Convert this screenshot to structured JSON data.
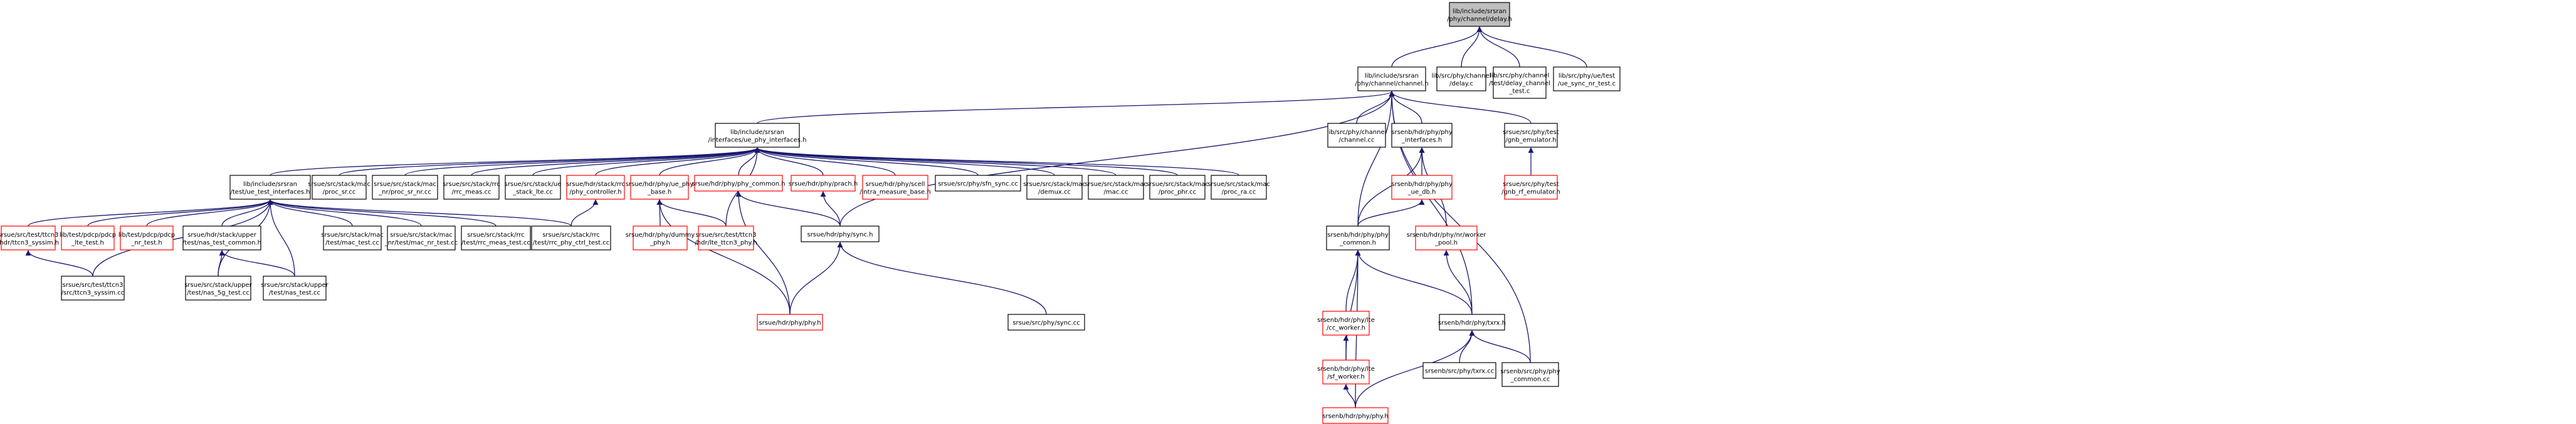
{
  "colors": {
    "root_fill": "#bfbfbf",
    "node_fill": "#ffffff",
    "node_border": "#000000",
    "missing_border": "#ff0000",
    "edge": "#191970"
  },
  "nodes": [
    {
      "id": "root",
      "lines": [
        "lib/include/srsran",
        "/phy/channel/delay.h"
      ],
      "kind": "root"
    },
    {
      "id": "channel_h",
      "lines": [
        "lib/include/srsran",
        "/phy/channel/channel.h"
      ],
      "kind": "normal"
    },
    {
      "id": "delay_c",
      "lines": [
        "lib/src/phy/channel",
        "/delay.c"
      ],
      "kind": "normal"
    },
    {
      "id": "delay_channel_test",
      "lines": [
        "lib/src/phy/channel",
        "/test/delay_channel",
        "_test.c"
      ],
      "kind": "normal"
    },
    {
      "id": "ue_sync_nr_test",
      "lines": [
        "lib/src/phy/ue/test",
        "/ue_sync_nr_test.c"
      ],
      "kind": "normal"
    },
    {
      "id": "ue_phy_interfaces",
      "lines": [
        "lib/include/srsran",
        "/interfaces/ue_phy_interfaces.h"
      ],
      "kind": "normal"
    },
    {
      "id": "channel_cc",
      "lines": [
        "lib/src/phy/channel",
        "/channel.cc"
      ],
      "kind": "normal"
    },
    {
      "id": "enb_phy_interfaces",
      "lines": [
        "srsenb/hdr/phy/phy",
        "_interfaces.h"
      ],
      "kind": "normal"
    },
    {
      "id": "gnb_emulator",
      "lines": [
        "srsue/src/phy/test",
        "/gnb_emulator.h"
      ],
      "kind": "normal"
    },
    {
      "id": "gnb_rf_emulator",
      "lines": [
        "srsue/src/phy/test",
        "/gnb_rf_emulator.h"
      ],
      "kind": "missing"
    },
    {
      "id": "ue_test_interfaces",
      "lines": [
        "lib/include/srsran",
        "/test/ue_test_interfaces.h"
      ],
      "kind": "normal"
    },
    {
      "id": "proc_sr_cc",
      "lines": [
        "srsue/src/stack/mac",
        "/proc_sr.cc"
      ],
      "kind": "normal"
    },
    {
      "id": "proc_sr_nr_cc",
      "lines": [
        "srsue/src/stack/mac",
        "_nr/proc_sr_nr.cc"
      ],
      "kind": "normal"
    },
    {
      "id": "rrc_meas_cc",
      "lines": [
        "srsue/src/stack/rrc",
        "/rrc_meas.cc"
      ],
      "kind": "normal"
    },
    {
      "id": "ue_stack_lte_cc",
      "lines": [
        "srsue/src/stack/ue",
        "_stack_lte.cc"
      ],
      "kind": "normal"
    },
    {
      "id": "phy_controller",
      "lines": [
        "srsue/hdr/stack/rrc",
        "/phy_controller.h"
      ],
      "kind": "missing"
    },
    {
      "id": "ue_phy_base",
      "lines": [
        "srsue/hdr/phy/ue_phy",
        "_base.h"
      ],
      "kind": "missing"
    },
    {
      "id": "phy_common_h",
      "lines": [
        "srsue/hdr/phy/phy_common.h"
      ],
      "kind": "missing"
    },
    {
      "id": "prach_h",
      "lines": [
        "srsue/hdr/phy/prach.h"
      ],
      "kind": "missing"
    },
    {
      "id": "intra_measure_base",
      "lines": [
        "srsue/hdr/phy/scell",
        "/intra_measure_base.h"
      ],
      "kind": "missing"
    },
    {
      "id": "sfn_sync_cc",
      "lines": [
        "srsue/src/phy/sfn_sync.cc"
      ],
      "kind": "normal"
    },
    {
      "id": "demux_cc",
      "lines": [
        "srsue/src/stack/mac",
        "/demux.cc"
      ],
      "kind": "normal"
    },
    {
      "id": "mac_cc",
      "lines": [
        "srsue/src/stack/mac",
        "/mac.cc"
      ],
      "kind": "normal"
    },
    {
      "id": "proc_phr_cc",
      "lines": [
        "srsue/src/stack/mac",
        "/proc_phr.cc"
      ],
      "kind": "normal"
    },
    {
      "id": "proc_ra_cc",
      "lines": [
        "srsue/src/stack/mac",
        "/proc_ra.cc"
      ],
      "kind": "normal"
    },
    {
      "id": "enb_ue_db",
      "lines": [
        "srsenb/hdr/phy/phy",
        "_ue_db.h"
      ],
      "kind": "missing"
    },
    {
      "id": "ttcn3_syssim_h",
      "lines": [
        "srsue/src/test/ttcn3",
        "/hdr/ttcn3_syssim.h"
      ],
      "kind": "missing"
    },
    {
      "id": "pdcp_lte_test",
      "lines": [
        "lib/test/pdcp/pdcp",
        "_lte_test.h"
      ],
      "kind": "missing"
    },
    {
      "id": "pdcp_nr_test",
      "lines": [
        "lib/test/pdcp/pdcp",
        "_nr_test.h"
      ],
      "kind": "missing"
    },
    {
      "id": "nas_test_common",
      "lines": [
        "srsue/hdr/stack/upper",
        "/test/nas_test_common.h"
      ],
      "kind": "normal"
    },
    {
      "id": "mac_test_cc",
      "lines": [
        "srsue/src/stack/mac",
        "/test/mac_test.cc"
      ],
      "kind": "normal"
    },
    {
      "id": "mac_nr_test_cc",
      "lines": [
        "srsue/src/stack/mac",
        "_nr/test/mac_nr_test.cc"
      ],
      "kind": "normal"
    },
    {
      "id": "rrc_meas_test_cc",
      "lines": [
        "srsue/src/stack/rrc",
        "/test/rrc_meas_test.cc"
      ],
      "kind": "normal"
    },
    {
      "id": "rrc_phy_ctrl_test_cc",
      "lines": [
        "srsue/src/stack/rrc",
        "/test/rrc_phy_ctrl_test.cc"
      ],
      "kind": "normal"
    },
    {
      "id": "dummy_phy",
      "lines": [
        "srsue/hdr/phy/dummy",
        "_phy.h"
      ],
      "kind": "missing"
    },
    {
      "id": "lte_ttcn3_phy",
      "lines": [
        "srsue/src/test/ttcn3",
        "/hdr/lte_ttcn3_phy.h"
      ],
      "kind": "missing"
    },
    {
      "id": "sync_h",
      "lines": [
        "srsue/hdr/phy/sync.h"
      ],
      "kind": "normal"
    },
    {
      "id": "enb_phy_common_h",
      "lines": [
        "srsenb/hdr/phy/phy",
        "_common.h"
      ],
      "kind": "normal"
    },
    {
      "id": "worker_pool",
      "lines": [
        "srsenb/hdr/phy/nr/worker",
        "_pool.h"
      ],
      "kind": "missing"
    },
    {
      "id": "ttcn3_syssim_cc",
      "lines": [
        "srsue/src/test/ttcn3",
        "/src/ttcn3_syssim.cc"
      ],
      "kind": "normal"
    },
    {
      "id": "nas_5g_test_cc",
      "lines": [
        "srsue/src/stack/upper",
        "/test/nas_5g_test.cc"
      ],
      "kind": "normal"
    },
    {
      "id": "nas_test_cc",
      "lines": [
        "srsue/src/stack/upper",
        "/test/nas_test.cc"
      ],
      "kind": "normal"
    },
    {
      "id": "ue_phy_h",
      "lines": [
        "srsue/hdr/phy/phy.h"
      ],
      "kind": "missing"
    },
    {
      "id": "sync_cc",
      "lines": [
        "srsue/src/phy/sync.cc"
      ],
      "kind": "normal"
    },
    {
      "id": "cc_worker",
      "lines": [
        "srsenb/hdr/phy/lte",
        "/cc_worker.h"
      ],
      "kind": "missing"
    },
    {
      "id": "txrx_h",
      "lines": [
        "srsenb/hdr/phy/txrx.h"
      ],
      "kind": "normal"
    },
    {
      "id": "sf_worker",
      "lines": [
        "srsenb/hdr/phy/lte",
        "/sf_worker.h"
      ],
      "kind": "missing"
    },
    {
      "id": "txrx_cc",
      "lines": [
        "srsenb/src/phy/txrx.cc"
      ],
      "kind": "normal"
    },
    {
      "id": "enb_phy_common_cc",
      "lines": [
        "srsenb/src/phy/phy",
        "_common.cc"
      ],
      "kind": "normal"
    },
    {
      "id": "enb_phy_h",
      "lines": [
        "srsenb/hdr/phy/phy.h"
      ],
      "kind": "missing"
    }
  ],
  "edges": [
    [
      "channel_h",
      "root"
    ],
    [
      "delay_c",
      "root"
    ],
    [
      "delay_channel_test",
      "root"
    ],
    [
      "ue_sync_nr_test",
      "root"
    ],
    [
      "ue_phy_interfaces",
      "channel_h"
    ],
    [
      "channel_cc",
      "channel_h"
    ],
    [
      "enb_phy_interfaces",
      "channel_h"
    ],
    [
      "gnb_emulator",
      "channel_h"
    ],
    [
      "sync_h",
      "channel_h"
    ],
    [
      "enb_phy_common_h",
      "channel_h"
    ],
    [
      "txrx_h",
      "channel_h"
    ],
    [
      "enb_phy_common_cc",
      "channel_h"
    ],
    [
      "gnb_rf_emulator",
      "gnb_emulator"
    ],
    [
      "ue_test_interfaces",
      "ue_phy_interfaces"
    ],
    [
      "proc_sr_cc",
      "ue_phy_interfaces"
    ],
    [
      "proc_sr_nr_cc",
      "ue_phy_interfaces"
    ],
    [
      "rrc_meas_cc",
      "ue_phy_interfaces"
    ],
    [
      "ue_stack_lte_cc",
      "ue_phy_interfaces"
    ],
    [
      "phy_controller",
      "ue_phy_interfaces"
    ],
    [
      "ue_phy_base",
      "ue_phy_interfaces"
    ],
    [
      "phy_common_h",
      "ue_phy_interfaces"
    ],
    [
      "prach_h",
      "ue_phy_interfaces"
    ],
    [
      "intra_measure_base",
      "ue_phy_interfaces"
    ],
    [
      "sfn_sync_cc",
      "ue_phy_interfaces"
    ],
    [
      "demux_cc",
      "ue_phy_interfaces"
    ],
    [
      "mac_cc",
      "ue_phy_interfaces"
    ],
    [
      "proc_phr_cc",
      "ue_phy_interfaces"
    ],
    [
      "proc_ra_cc",
      "ue_phy_interfaces"
    ],
    [
      "lte_ttcn3_phy",
      "ue_phy_interfaces"
    ],
    [
      "ttcn3_syssim_h",
      "ue_test_interfaces"
    ],
    [
      "pdcp_lte_test",
      "ue_test_interfaces"
    ],
    [
      "pdcp_nr_test",
      "ue_test_interfaces"
    ],
    [
      "nas_test_common",
      "ue_test_interfaces"
    ],
    [
      "mac_test_cc",
      "ue_test_interfaces"
    ],
    [
      "mac_nr_test_cc",
      "ue_test_interfaces"
    ],
    [
      "rrc_meas_test_cc",
      "ue_test_interfaces"
    ],
    [
      "rrc_phy_ctrl_test_cc",
      "ue_test_interfaces"
    ],
    [
      "ttcn3_syssim_cc",
      "ue_test_interfaces"
    ],
    [
      "nas_5g_test_cc",
      "ue_test_interfaces"
    ],
    [
      "nas_test_cc",
      "ue_test_interfaces"
    ],
    [
      "ttcn3_syssim_cc",
      "ttcn3_syssim_h"
    ],
    [
      "nas_5g_test_cc",
      "nas_test_common"
    ],
    [
      "nas_test_cc",
      "nas_test_common"
    ],
    [
      "rrc_phy_ctrl_test_cc",
      "phy_controller"
    ],
    [
      "dummy_phy",
      "ue_phy_base"
    ],
    [
      "lte_ttcn3_phy",
      "ue_phy_base"
    ],
    [
      "ue_phy_h",
      "ue_phy_base"
    ],
    [
      "sync_h",
      "phy_common_h"
    ],
    [
      "ue_phy_h",
      "phy_common_h"
    ],
    [
      "sync_h",
      "prach_h"
    ],
    [
      "ue_phy_h",
      "sync_h"
    ],
    [
      "sync_cc",
      "sync_h"
    ],
    [
      "enb_ue_db",
      "enb_phy_interfaces"
    ],
    [
      "enb_phy_common_h",
      "enb_phy_interfaces"
    ],
    [
      "worker_pool",
      "enb_phy_interfaces"
    ],
    [
      "enb_phy_common_h",
      "enb_ue_db"
    ],
    [
      "cc_worker",
      "enb_phy_common_h"
    ],
    [
      "txrx_h",
      "enb_phy_common_h"
    ],
    [
      "sf_worker",
      "enb_phy_common_h"
    ],
    [
      "enb_phy_h",
      "enb_phy_common_h"
    ],
    [
      "txrx_h",
      "worker_pool"
    ],
    [
      "sf_worker",
      "cc_worker"
    ],
    [
      "enb_phy_h",
      "sf_worker"
    ],
    [
      "txrx_cc",
      "txrx_h"
    ],
    [
      "enb_phy_common_cc",
      "txrx_h"
    ],
    [
      "enb_phy_h",
      "txrx_h"
    ]
  ]
}
